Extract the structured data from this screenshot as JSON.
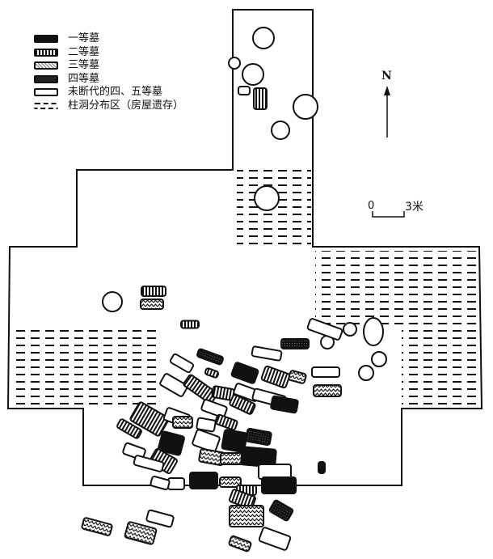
{
  "legend": {
    "items": [
      {
        "label": "一等墓",
        "type": "grade1"
      },
      {
        "label": "二等墓",
        "type": "grade2"
      },
      {
        "label": "三等墓",
        "type": "grade3"
      },
      {
        "label": "四等墓",
        "type": "grade4"
      },
      {
        "label": "未断代的四、五等墓",
        "type": "undated"
      },
      {
        "label": "柱洞分布区（房屋遗存）",
        "type": "postholes"
      }
    ]
  },
  "north_label": "N",
  "scale": {
    "start": "0",
    "end": "3米"
  },
  "colors": {
    "ink": "#111111",
    "background": "#ffffff"
  }
}
